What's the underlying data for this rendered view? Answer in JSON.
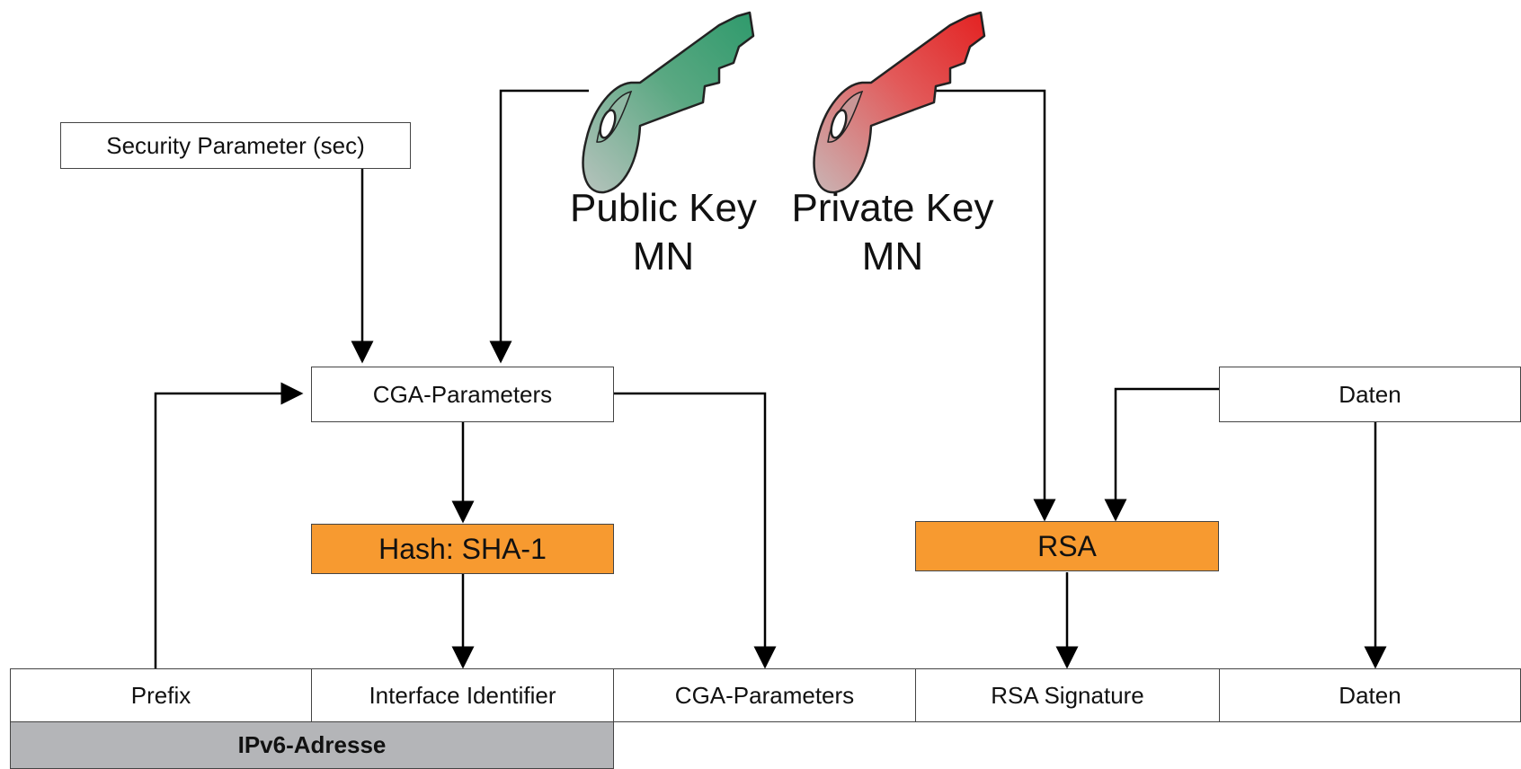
{
  "inputs": {
    "security_parameter": "Security Parameter (sec)",
    "daten": "Daten"
  },
  "keys": {
    "public": {
      "line1": "Public Key",
      "line2": "MN",
      "color": "#3f9b74"
    },
    "private": {
      "line1": "Private Key",
      "line2": "MN",
      "color": "#e23a3a"
    }
  },
  "boxes": {
    "cga_parameters": "CGA-Parameters",
    "hash": "Hash: SHA-1",
    "rsa": "RSA"
  },
  "colors": {
    "process": "#f79a30",
    "address": "#b4b5b8"
  },
  "packet": {
    "fields": [
      "Prefix",
      "Interface Identifier",
      "CGA-Parameters",
      "RSA Signature",
      "Daten"
    ],
    "address_label": "IPv6-Adresse"
  }
}
